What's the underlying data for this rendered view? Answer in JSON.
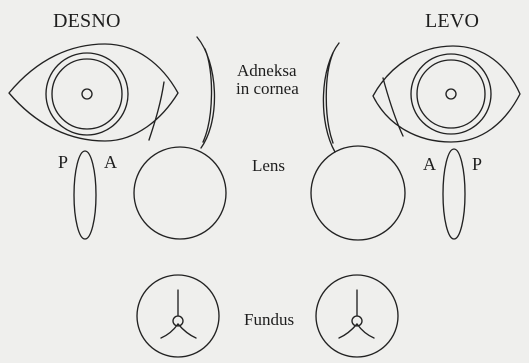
{
  "headers": {
    "right_eye": "DESNO",
    "left_eye": "LEVO"
  },
  "sections": {
    "adnexa_line1": "Adneksa",
    "adnexa_line2": "in cornea",
    "lens": "Lens",
    "fundus": "Fundus"
  },
  "lens_side_labels": {
    "right_posterior": "P",
    "right_anterior": "A",
    "left_anterior": "A",
    "left_posterior": "P"
  },
  "colors": {
    "ink": "#222222",
    "paper": "#efefed"
  }
}
